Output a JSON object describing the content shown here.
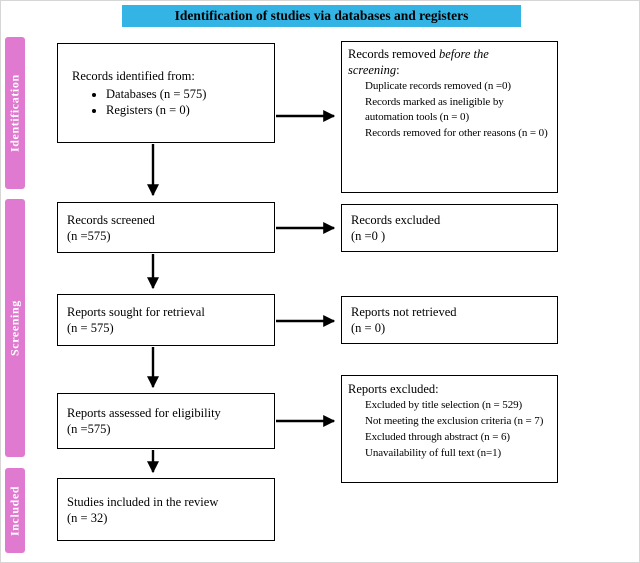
{
  "colors": {
    "header-bg": "#34b4e4",
    "header-text": "#000000",
    "sidebar-bg": "#e07ad0",
    "sidebar-text": "#ffffff",
    "box-border": "#000000",
    "arrow": "#000000"
  },
  "header": {
    "title": "Identification of studies via databases and registers"
  },
  "sidebar": {
    "identification": "Identification",
    "screening": "Screening",
    "included": "Included"
  },
  "flow": {
    "identified": {
      "title": "Records identified from:",
      "bullets": [
        "Databases (n = 575)",
        "Registers (n = 0)"
      ]
    },
    "screened": {
      "line1": "Records screened",
      "line2": "(n =575)"
    },
    "sought": {
      "line1": "Reports sought for retrieval",
      "line2": "(n = 575)"
    },
    "assessed": {
      "line1": "Reports assessed for eligibility",
      "line2": "(n =575)"
    },
    "included": {
      "line1": "Studies included in the review",
      "line2": "(n = 32)"
    }
  },
  "exclusions": {
    "removed": {
      "title_prefix": "Records removed ",
      "title_emphasis": "before the screening",
      "title_suffix": ":",
      "items": [
        "Duplicate records removed (n =0)",
        "Records marked as ineligible by automation tools (n = 0)",
        "Records removed for other reasons (n = 0)"
      ]
    },
    "records_excluded": {
      "line1": "Records excluded",
      "line2": "(n =0 )"
    },
    "not_retrieved": {
      "line1": "Reports not retrieved",
      "line2": "(n = 0)"
    },
    "reports_excluded": {
      "title": "Reports excluded:",
      "items": [
        "Excluded by title selection (n = 529)",
        "Not meeting the exclusion criteria (n = 7)",
        "Excluded through abstract (n = 6)",
        "Unavailability of full text (n=1)"
      ]
    }
  }
}
